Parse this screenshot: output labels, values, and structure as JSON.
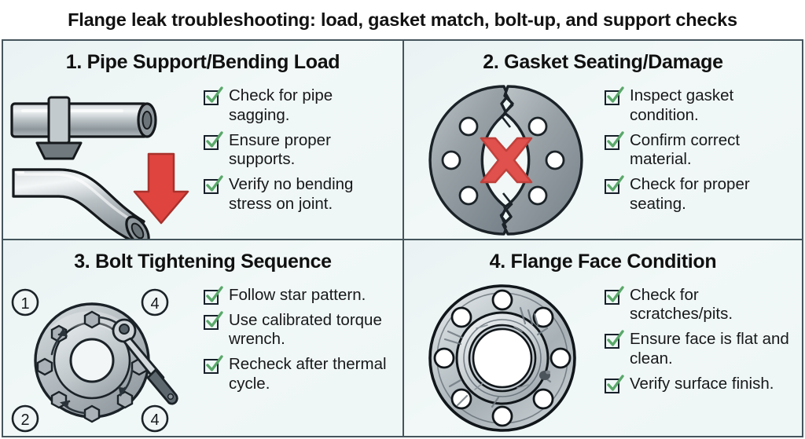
{
  "title": "Flange leak troubleshooting: load, gasket match, bolt-up, and support checks",
  "colors": {
    "panel_background": "#eef6f6",
    "border": "#45555c",
    "heading_text": "#101010",
    "body_text": "#17181a",
    "check_green": "#5aa86a",
    "alert_red": "#e04a4a",
    "metal_gray": "#9aa2a6"
  },
  "panels": [
    {
      "number": "1",
      "heading": "1. Pipe Support/Bending Load",
      "illustration": "straight-pipe-with-support-and-bent-pipe-with-red-down-arrow",
      "items": [
        "Check for pipe sagging.",
        "Ensure proper supports.",
        "Verify no bending stress on joint."
      ]
    },
    {
      "number": "2",
      "heading": "2. Gasket Seating/Damage",
      "illustration": "cracked-gasket-ring-with-red-x",
      "items": [
        "Inspect gasket condition.",
        "Confirm correct material.",
        "Check for proper seating."
      ]
    },
    {
      "number": "3",
      "heading": "3. Bolt Tightening Sequence",
      "illustration": "flange-with-star-pattern-arrows-and-torque-wrench",
      "sequence_badges": [
        "1",
        "4",
        "2",
        "4"
      ],
      "items": [
        "Follow star pattern.",
        "Use calibrated torque wrench.",
        "Recheck after thermal cycle."
      ]
    },
    {
      "number": "4",
      "heading": "4. Flange Face Condition",
      "illustration": "flange-face-with-scratches-and-pit",
      "items": [
        "Check for scratches/pits.",
        "Ensure face is flat and clean.",
        "Verify surface finish."
      ]
    }
  ]
}
